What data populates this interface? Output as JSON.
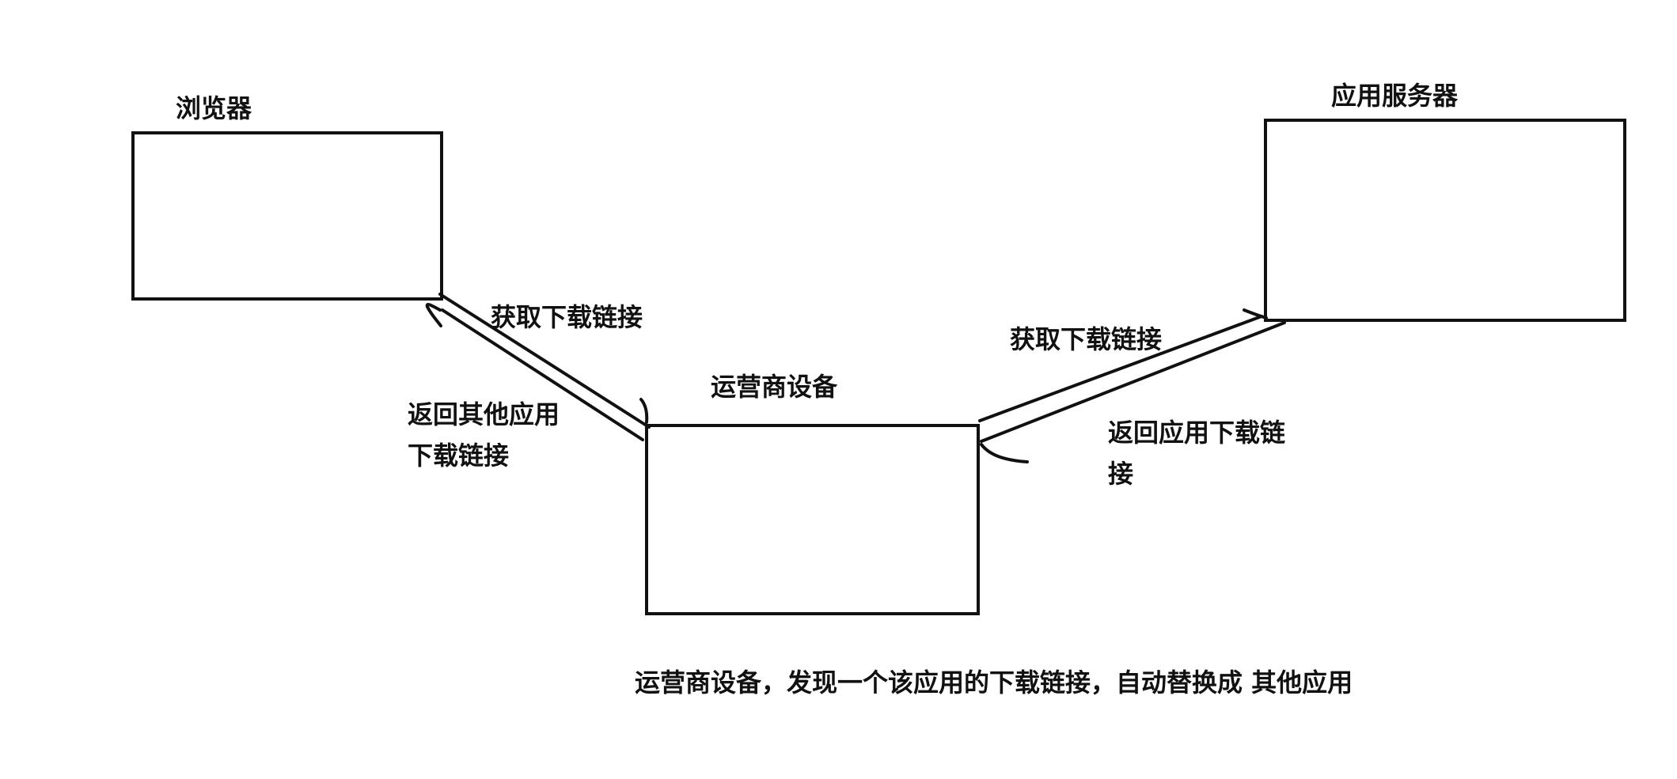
{
  "nodes": {
    "browser": {
      "title": "浏览器"
    },
    "carrier": {
      "title": "运营商设备"
    },
    "server": {
      "title": "应用服务器"
    }
  },
  "edges": {
    "browser_to_carrier_request": "获取下载链接",
    "carrier_to_browser_response_line1": "返回其他应用",
    "carrier_to_browser_response_line2": "下载链接",
    "carrier_to_server_request": "获取下载链接",
    "server_to_carrier_response_line1": "返回应用下载链",
    "server_to_carrier_response_line2": "接"
  },
  "caption": "运营商设备，发现一个该应用的下载链接，自动替换成 其他应用"
}
